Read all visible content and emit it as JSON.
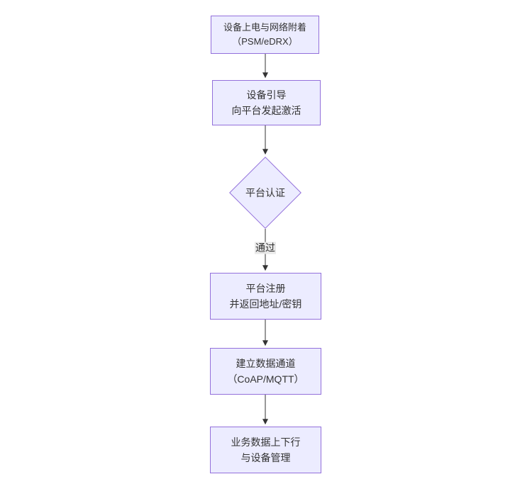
{
  "diagram": {
    "type": "flowchart",
    "direction": "top-down",
    "colors": {
      "background": "#ffffff",
      "node_fill": "#ececff",
      "node_border": "#9370db",
      "arrow": "#333333",
      "text": "#333333",
      "edge_label_bg": "#e8e8e8"
    },
    "nodes": [
      {
        "id": "start",
        "shape": "rect",
        "lines": [
          "设备上电与网络附着",
          "（PSM/eDRX）"
        ]
      },
      {
        "id": "bootstrap",
        "shape": "rect",
        "lines": [
          "设备引导",
          "向平台发起激活"
        ]
      },
      {
        "id": "auth",
        "shape": "diamond",
        "lines": [
          "平台认证"
        ]
      },
      {
        "id": "register",
        "shape": "rect",
        "lines": [
          "平台注册",
          "并返回地址/密钥"
        ]
      },
      {
        "id": "channel",
        "shape": "rect",
        "lines": [
          "建立数据通道",
          "（CoAP/MQTT）"
        ]
      },
      {
        "id": "business",
        "shape": "rect",
        "lines": [
          "业务数据上下行",
          "与设备管理"
        ]
      }
    ],
    "edges": [
      {
        "from": "start",
        "to": "bootstrap",
        "label": ""
      },
      {
        "from": "bootstrap",
        "to": "auth",
        "label": ""
      },
      {
        "from": "auth",
        "to": "register",
        "label": "通过"
      },
      {
        "from": "register",
        "to": "channel",
        "label": ""
      },
      {
        "from": "channel",
        "to": "business",
        "label": ""
      }
    ]
  }
}
